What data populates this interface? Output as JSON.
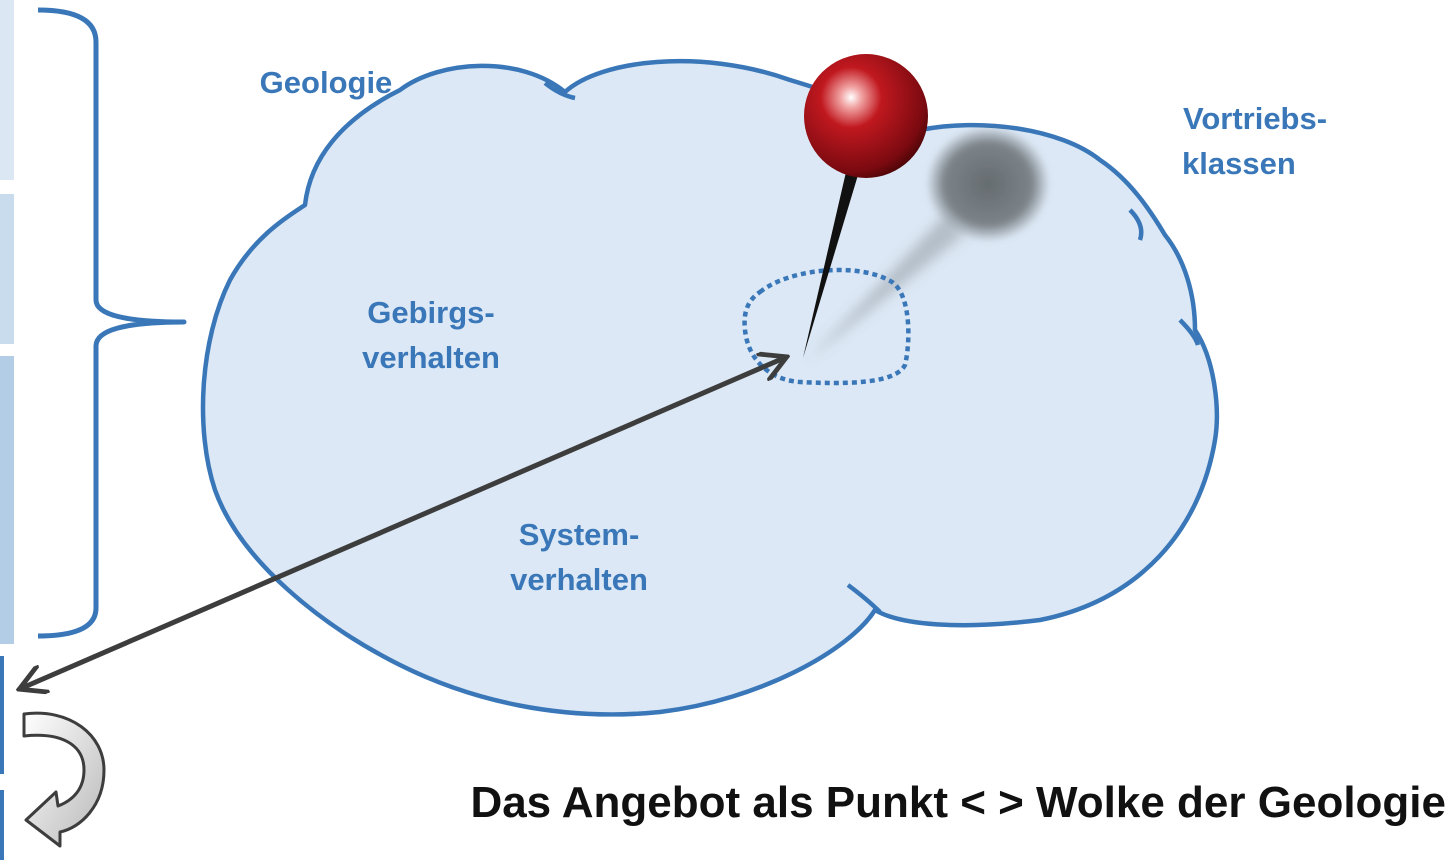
{
  "labels": {
    "geologie": "Geologie",
    "vortriebsklassen_line1": "Vortriebs-",
    "vortriebsklassen_line2": "klassen",
    "gebirgsverhalten_line1": "Gebirgs-",
    "gebirgsverhalten_line2": "verhalten",
    "systemverhalten_line1": "System-",
    "systemverhalten_line2": "verhalten"
  },
  "caption": "Das Angebot als Punkt < > Wolke der Geologie",
  "colors": {
    "cloud_fill": "#dce8f5",
    "cloud_stroke": "#3a77b8",
    "label_text": "#3a77b8",
    "pin_head": "#a3121a",
    "arrow": "#3d3d3d",
    "caption_text": "#111111"
  },
  "icons": [
    "pushpin-icon",
    "double-arrow-icon",
    "curved-arrow-icon",
    "bracket-icon"
  ]
}
